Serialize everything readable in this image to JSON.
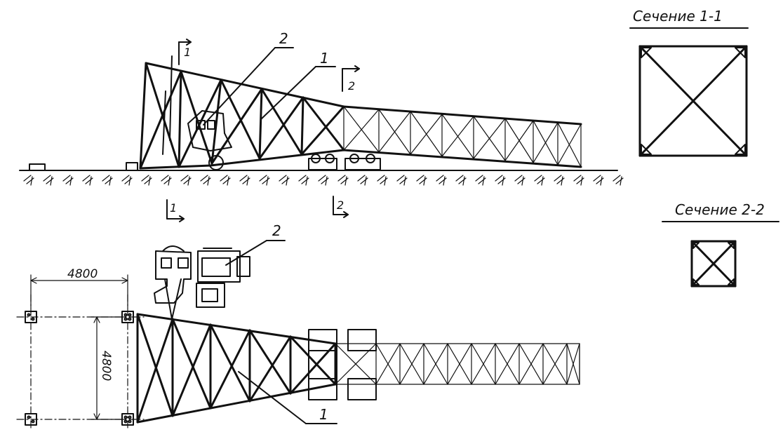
{
  "sections": {
    "section_1": "Сечение 1-1",
    "section_2": "Сечение 2-2"
  },
  "callouts": {
    "boom": "1",
    "crane": "2"
  },
  "section_marks": {
    "cut_1": "1",
    "cut_2": "2"
  },
  "dimensions": {
    "span_horizontal": "4800",
    "span_vertical": "4800"
  }
}
